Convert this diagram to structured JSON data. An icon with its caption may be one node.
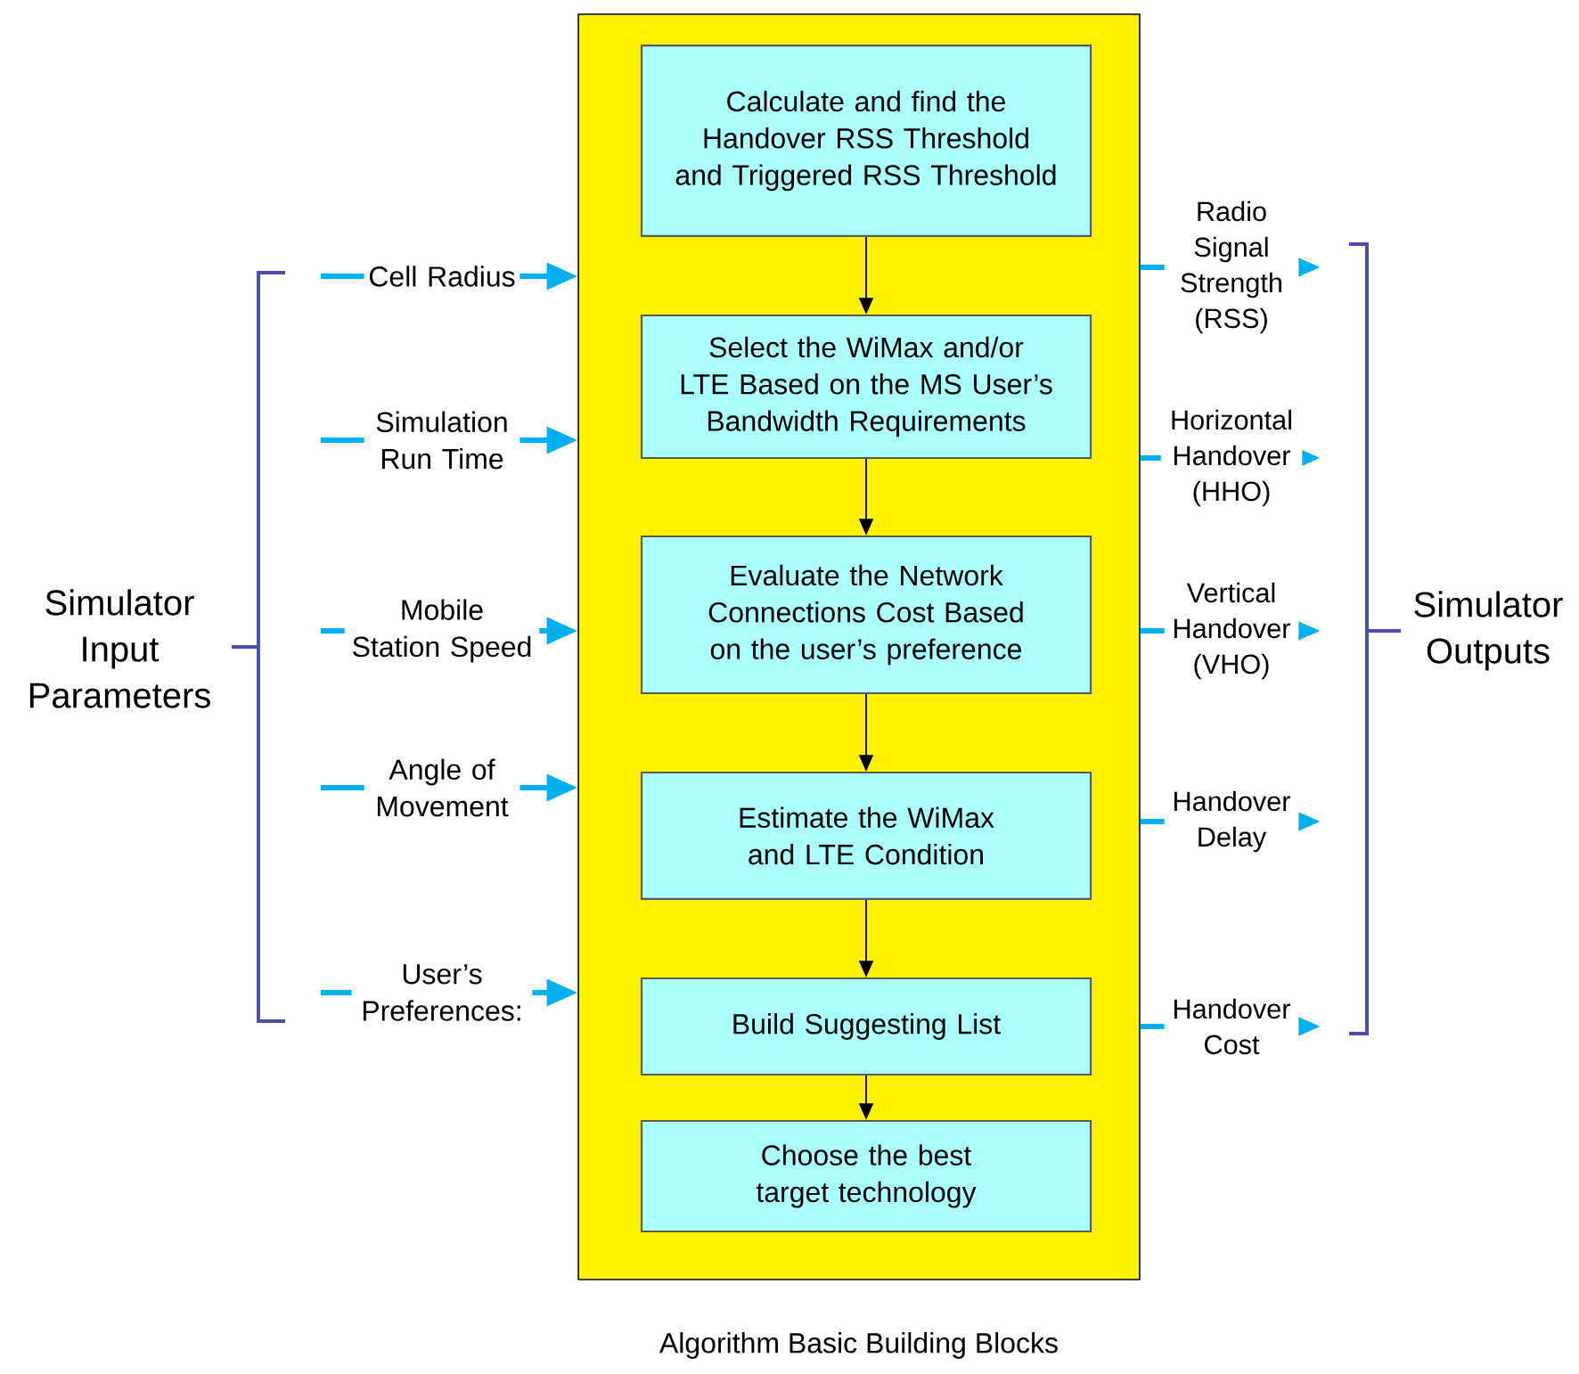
{
  "diagram": {
    "nodes": [
      {
        "text": [
          "Algorithm Basic Building Blocks"
        ]
      },
      {
        "text": [
          "Calculate and find the Handover RSS Threshold and Triggered RSS Threshold"
        ],
        "in": 0
      },
      {
        "text": [
          "Select the WiMax and/or LTE Based on the MS User’s Bandwidth Requirements"
        ],
        "in": 0
      },
      {
        "text": [
          "Evaluate the Network Connections Cost Based on the user’s preference"
        ],
        "in": 0
      },
      {
        "text": [
          "Estimate the WiMax and LTE Condition"
        ],
        "in": 0
      },
      {
        "text": [
          "Build Suggesting List"
        ],
        "in": 0
      },
      {
        "text": [
          "Choose the best target technology"
        ],
        "in": 0
      }
    ],
    "edges": [
      {
        "from": 1,
        "to": 2,
        "arrow": "to",
        "color": "#000000"
      },
      {
        "from": 2,
        "to": 3,
        "arrow": "to",
        "color": "#000000"
      },
      {
        "from": 3,
        "to": 4,
        "arrow": "to",
        "color": "#000000"
      },
      {
        "from": 4,
        "to": 5,
        "arrow": "to",
        "color": "#000000"
      },
      {
        "from": 5,
        "to": 6,
        "arrow": "to",
        "color": "#000000"
      },
      {
        "from": null,
        "to": 0,
        "arrow": "to",
        "label": "Cell Radius",
        "color": "#00b0f0"
      },
      {
        "from": null,
        "to": 0,
        "arrow": "to",
        "label": "Simulation Run Time",
        "color": "#00b0f0"
      },
      {
        "from": null,
        "to": 0,
        "arrow": "to",
        "label": "Mobile Station Speed",
        "color": "#00b0f0"
      },
      {
        "from": null,
        "to": 0,
        "arrow": "to",
        "label": "Angle of Movement",
        "color": "#00b0f0"
      },
      {
        "from": null,
        "to": 0,
        "arrow": "to",
        "label": "User’s Preferences:",
        "color": "#00b0f0"
      },
      {
        "from": 0,
        "to": null,
        "arrow": "to",
        "label": "Radio Signal Strength (RSS)",
        "color": "#00b0f0"
      },
      {
        "from": 0,
        "to": null,
        "arrow": "to",
        "label": "Horizontal Handover (HHO)",
        "color": "#00b0f0"
      },
      {
        "from": 0,
        "to": null,
        "arrow": "to",
        "label": "Vertical Handover (VHO)",
        "color": "#00b0f0"
      },
      {
        "from": 0,
        "to": null,
        "arrow": "to",
        "label": "Handover Delay",
        "color": "#00b0f0"
      },
      {
        "from": 0,
        "to": null,
        "arrow": "to",
        "label": "Handover Cost",
        "color": "#00b0f0"
      }
    ],
    "labels": [
      "Simulator Input Parameters",
      "Simulator Outputs"
    ]
  }
}
